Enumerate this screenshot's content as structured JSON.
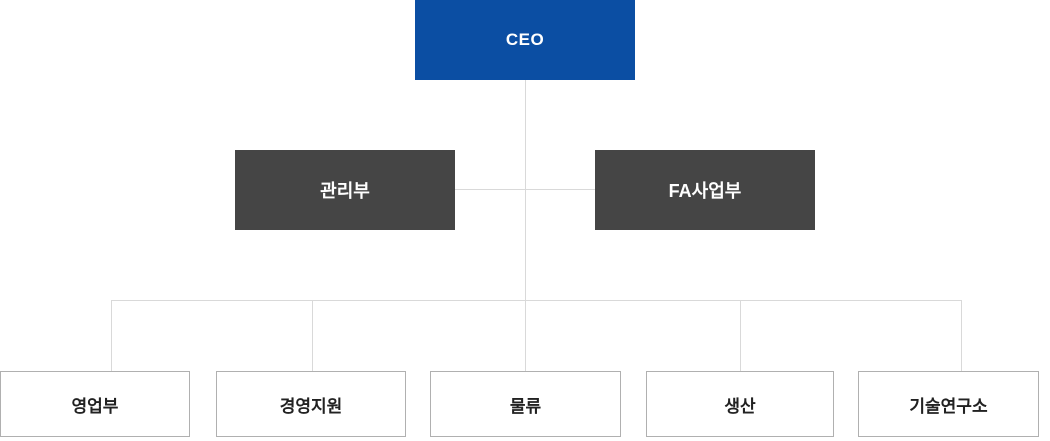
{
  "org_chart": {
    "root": {
      "label": "CEO"
    },
    "departments": [
      {
        "label": "관리부"
      },
      {
        "label": "FA사업부"
      }
    ],
    "teams": [
      {
        "label": "영업부"
      },
      {
        "label": "경영지원"
      },
      {
        "label": "물류"
      },
      {
        "label": "생산"
      },
      {
        "label": "기술연구소"
      }
    ],
    "colors": {
      "root_bg": "#0b4ea3",
      "root_text": "#ffffff",
      "department_bg": "#454545",
      "department_text": "#ffffff",
      "team_bg": "#ffffff",
      "team_border": "#b0b0b0",
      "team_text": "#222222",
      "connector": "#d9d9d9"
    }
  }
}
